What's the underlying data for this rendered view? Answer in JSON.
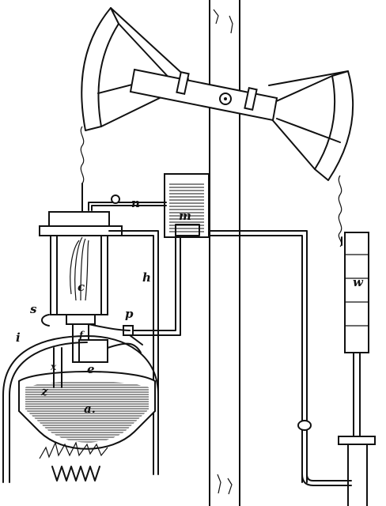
{
  "figure": {
    "labels": {
      "n": "n",
      "m": "m",
      "c": "c",
      "h": "h",
      "w": "w",
      "s": "s",
      "p": "p",
      "i": "i",
      "f": "f",
      "x": "x",
      "e": "e",
      "z": "z",
      "a": "a."
    }
  }
}
